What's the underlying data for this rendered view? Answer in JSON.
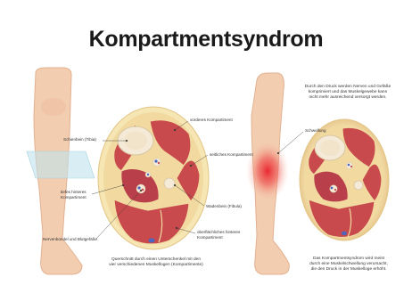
{
  "title": "Kompartmentsyndrom",
  "labels": {
    "tibia": "Schienbein (Tibia)",
    "anterior": "vorderes Kompartiment",
    "lateral": "seitliches Kompartiment",
    "deep_posterior_1": "tiefes hinteres",
    "deep_posterior_2": "Kompartiment",
    "fibula": "Wadenbein (Fibula)",
    "nerve": "Nervenbündel und Blutgefäße",
    "superficial_1": "oberflächliches hinteres",
    "superficial_2": "Kompartiment",
    "swelling": "Schwellung"
  },
  "captions": {
    "cross_section_1": "Querschnitt durch einen Unterschenkel mit den",
    "cross_section_2": "vier verschiedenen Muskellogen (Kompartimente)",
    "pressure_1": "Durch den Druck werden Nerven und Gefäße",
    "pressure_2": "komprimiert und das Muskelgewebe kann",
    "pressure_3": "nicht mehr ausreichend versorgt werden.",
    "syndrome_1": "Das Kompartmentsyndrom wird meist",
    "syndrome_2": "durch eine Muskelschwellung verursacht,",
    "syndrome_3": "die den Druck in der Muskelloge erhöht."
  },
  "colors": {
    "skin": "#f3cdb0",
    "skin_outline": "#e3b191",
    "fat_layer": "#f6e6b4",
    "muscle": "#c84a4c",
    "muscle_dark": "#a8363a",
    "bone": "#f4ead7",
    "swelling": "#e8202a",
    "highlight_band": "#bfe3ec"
  }
}
